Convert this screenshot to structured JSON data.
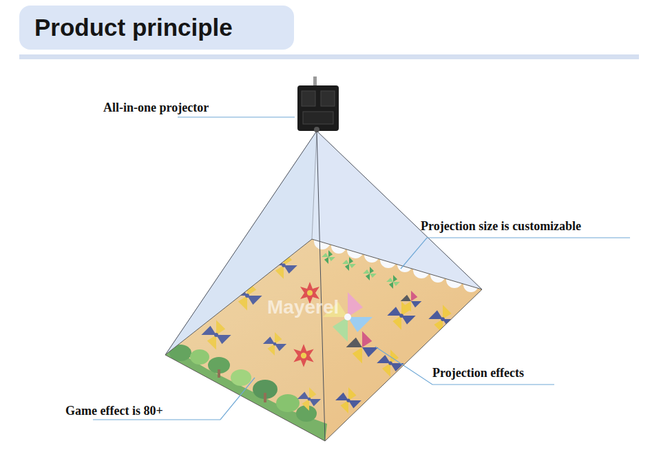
{
  "diagram": {
    "title": "Product principle",
    "labels": [
      "All-in-one projector",
      "Projection size is customizable",
      "Projection effects",
      "Game effect is 80+",
      "Mayerel"
    ]
  }
}
